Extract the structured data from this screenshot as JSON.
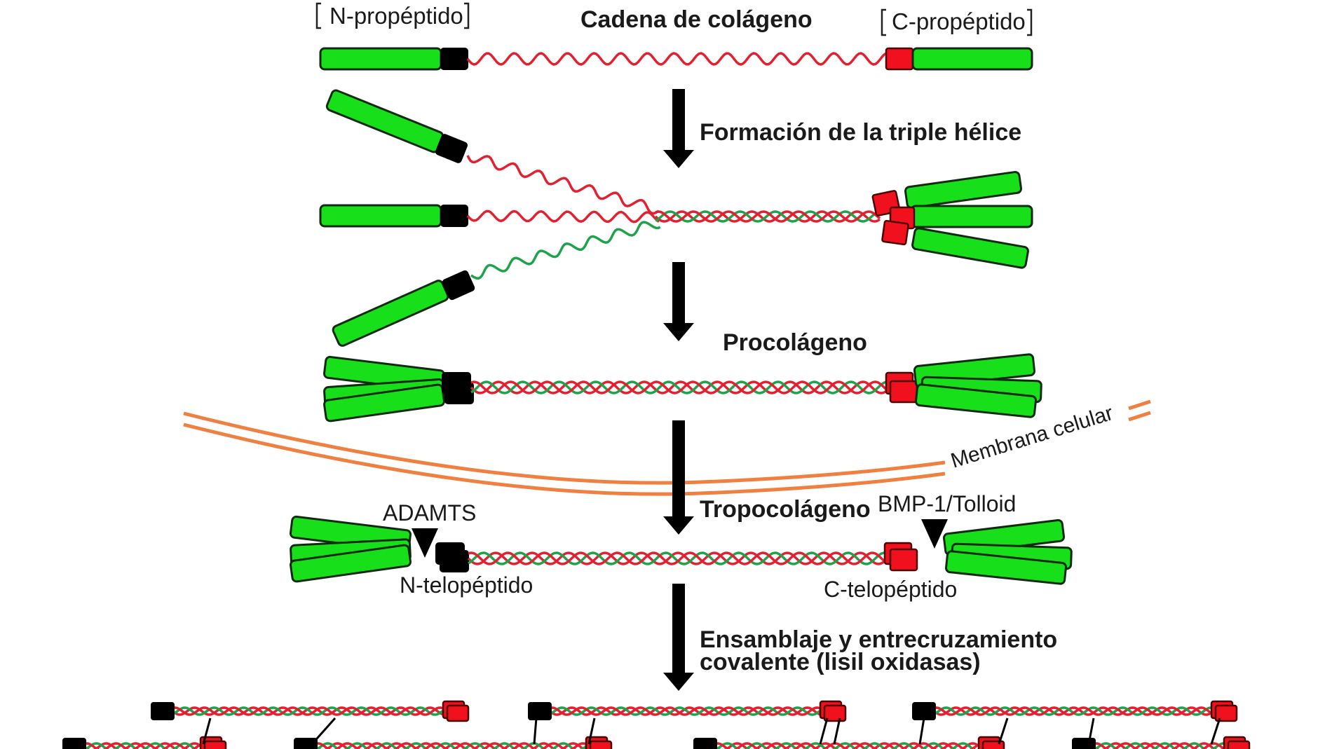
{
  "labels": {
    "n_propeptide": "N-propéptido",
    "collagen_chain": "Cadena de colágeno",
    "c_propeptide": "C-propéptido",
    "triple_helix_formation": "Formación de la triple hélice",
    "procollagen": "Procolágeno",
    "cell_membrane": "Membrana celular",
    "tropocollagen": "Tropocolágeno",
    "adamts": "ADAMTS",
    "bmp1_tolloid": "BMP-1/Tolloid",
    "n_telopeptide": "N-telopéptido",
    "c_telopeptide": "C-telopéptido",
    "assembly_line1": "Ensamblaje y entrecruzamiento",
    "assembly_line2": "covalente (lisil oxidasas)"
  },
  "colors": {
    "propeptide": "#17e01a",
    "n_terminal": "#000000",
    "c_terminal": "#f0101e",
    "chain_red": "#e3202f",
    "chain_green": "#1fa34a",
    "membrane": "#f08040"
  }
}
